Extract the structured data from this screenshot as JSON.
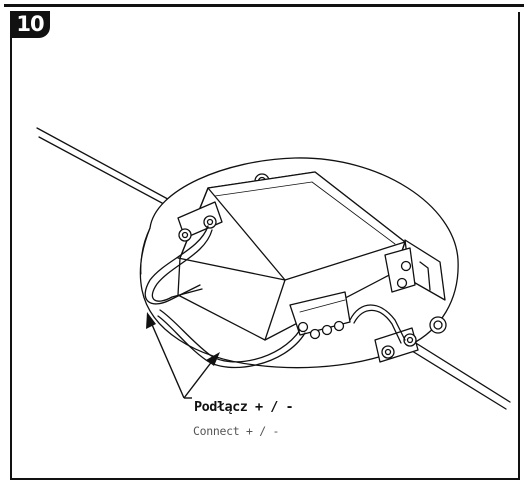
{
  "step": {
    "number": "10"
  },
  "callout": {
    "label_primary": "Podłącz + / -",
    "label_secondary": "Connect + / -"
  },
  "icons": [
    "screw-icon",
    "arrow-icon"
  ]
}
